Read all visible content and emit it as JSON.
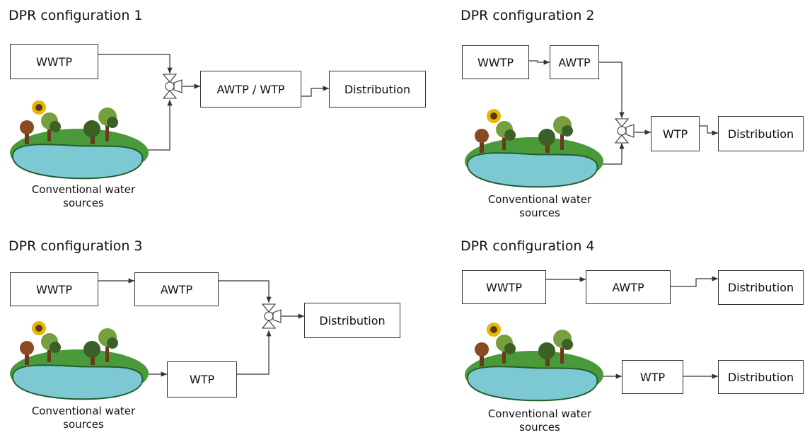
{
  "titles": {
    "c1": "DPR configuration 1",
    "c2": "DPR configuration 2",
    "c3": "DPR configuration 3",
    "c4": "DPR configuration 4"
  },
  "labels": {
    "wwtp": "WWTP",
    "awtp": "AWTP",
    "awtp_wtp": "AWTP / WTP",
    "wtp": "WTP",
    "distribution": "Distribution",
    "sources_line1": "Conventional water",
    "sources_line2": "sources"
  },
  "colors": {
    "water": "#7cc8d3",
    "grass": "#4a9a3a",
    "tree_dark": "#3c5f25",
    "tree_light": "#76a040",
    "trunk": "#6a3a1c",
    "sun": "#e8b800",
    "line": "#333333"
  },
  "icons": [
    "pond-scene-icon",
    "sun-icon",
    "tree-icon",
    "valve-icon",
    "arrow-icon"
  ]
}
